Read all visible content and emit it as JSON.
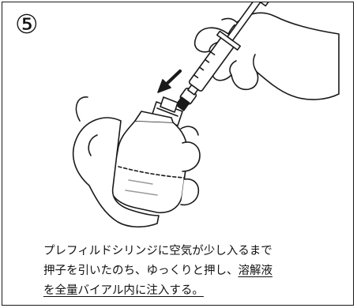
{
  "step": {
    "number": "⑤"
  },
  "caption": {
    "line1": "プレフィルドシリンジに空気が少し入るまで",
    "line2_plain": "押子を引いたのち、ゆっくりと押し、",
    "line2_underlined": "溶解液",
    "line3_underlined": "を全量バイアル内に注入する。"
  },
  "illustration": {
    "icons": [
      "hand-holding-syringe-icon",
      "prefilled-syringe-icon",
      "arrow-down-left-icon",
      "hand-holding-vial-icon",
      "vial-adapter-icon",
      "vial-icon"
    ]
  }
}
